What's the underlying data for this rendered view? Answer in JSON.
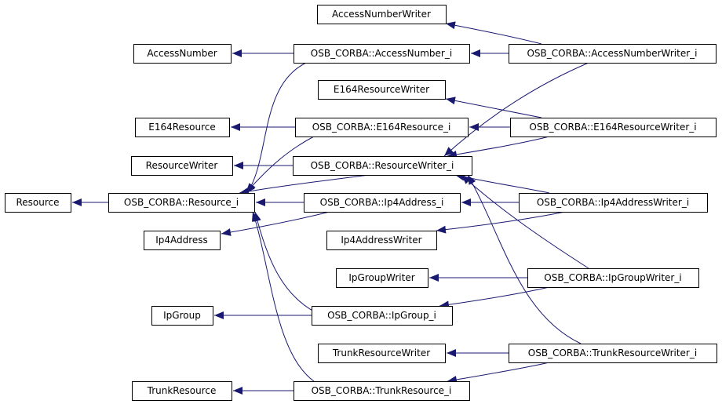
{
  "diagram": {
    "colors": {
      "edge": "#191970",
      "node_border": "#000000",
      "node_fill": "#ffffff",
      "text": "#000000"
    },
    "nodes": [
      {
        "id": "accessnumberwriter",
        "label": "AccessNumberWriter"
      },
      {
        "id": "accessnumber",
        "label": "AccessNumber"
      },
      {
        "id": "osb-accessnumber-i",
        "label": "OSB_CORBA::AccessNumber_i"
      },
      {
        "id": "osb-accessnumberwriter-i",
        "label": "OSB_CORBA::AccessNumberWriter_i"
      },
      {
        "id": "e164resourcewriter",
        "label": "E164ResourceWriter"
      },
      {
        "id": "e164resource",
        "label": "E164Resource"
      },
      {
        "id": "osb-e164resource-i",
        "label": "OSB_CORBA::E164Resource_i"
      },
      {
        "id": "osb-e164resourcewriter-i",
        "label": "OSB_CORBA::E164ResourceWriter_i"
      },
      {
        "id": "resourcewriter",
        "label": "ResourceWriter"
      },
      {
        "id": "osb-resourcewriter-i",
        "label": "OSB_CORBA::ResourceWriter_i"
      },
      {
        "id": "resource",
        "label": "Resource"
      },
      {
        "id": "osb-resource-i",
        "label": "OSB_CORBA::Resource_i"
      },
      {
        "id": "osb-ip4address-i",
        "label": "OSB_CORBA::Ip4Address_i"
      },
      {
        "id": "osb-ip4addresswriter-i",
        "label": "OSB_CORBA::Ip4AddressWriter_i"
      },
      {
        "id": "ip4address",
        "label": "Ip4Address"
      },
      {
        "id": "ip4addresswriter",
        "label": "Ip4AddressWriter"
      },
      {
        "id": "ipgroupwriter",
        "label": "IpGroupWriter"
      },
      {
        "id": "osb-ipgroupwriter-i",
        "label": "OSB_CORBA::IpGroupWriter_i"
      },
      {
        "id": "ipgroup",
        "label": "IpGroup"
      },
      {
        "id": "osb-ipgroup-i",
        "label": "OSB_CORBA::IpGroup_i"
      },
      {
        "id": "trunkresourcewriter",
        "label": "TrunkResourceWriter"
      },
      {
        "id": "osb-trunkresourcewriter-i",
        "label": "OSB_CORBA::TrunkResourceWriter_i"
      },
      {
        "id": "trunkresource",
        "label": "TrunkResource"
      },
      {
        "id": "osb-trunkresource-i",
        "label": "OSB_CORBA::TrunkResource_i"
      }
    ],
    "edges": [
      {
        "from": "osb-accessnumberwriter-i",
        "to": "accessnumberwriter"
      },
      {
        "from": "osb-accessnumber-i",
        "to": "accessnumber"
      },
      {
        "from": "osb-accessnumberwriter-i",
        "to": "osb-accessnumber-i"
      },
      {
        "from": "osb-accessnumberwriter-i",
        "to": "osb-resourcewriter-i"
      },
      {
        "from": "osb-e164resourcewriter-i",
        "to": "e164resourcewriter"
      },
      {
        "from": "osb-e164resource-i",
        "to": "e164resource"
      },
      {
        "from": "osb-e164resourcewriter-i",
        "to": "osb-e164resource-i"
      },
      {
        "from": "osb-e164resourcewriter-i",
        "to": "osb-resourcewriter-i"
      },
      {
        "from": "osb-resourcewriter-i",
        "to": "resourcewriter"
      },
      {
        "from": "osb-resourcewriter-i",
        "to": "osb-resource-i"
      },
      {
        "from": "osb-resource-i",
        "to": "resource"
      },
      {
        "from": "osb-accessnumber-i",
        "to": "osb-resource-i"
      },
      {
        "from": "osb-e164resource-i",
        "to": "osb-resource-i"
      },
      {
        "from": "osb-ip4address-i",
        "to": "osb-resource-i"
      },
      {
        "from": "osb-ipgroup-i",
        "to": "osb-resource-i"
      },
      {
        "from": "osb-trunkresource-i",
        "to": "osb-resource-i"
      },
      {
        "from": "osb-ip4address-i",
        "to": "ip4address"
      },
      {
        "from": "osb-ip4addresswriter-i",
        "to": "osb-ip4address-i"
      },
      {
        "from": "osb-ip4addresswriter-i",
        "to": "ip4addresswriter"
      },
      {
        "from": "osb-ip4addresswriter-i",
        "to": "osb-resourcewriter-i"
      },
      {
        "from": "osb-ipgroupwriter-i",
        "to": "ipgroupwriter"
      },
      {
        "from": "osb-ipgroupwriter-i",
        "to": "osb-ipgroup-i"
      },
      {
        "from": "osb-ipgroupwriter-i",
        "to": "osb-resourcewriter-i"
      },
      {
        "from": "osb-ipgroup-i",
        "to": "ipgroup"
      },
      {
        "from": "osb-trunkresourcewriter-i",
        "to": "trunkresourcewriter"
      },
      {
        "from": "osb-trunkresourcewriter-i",
        "to": "osb-trunkresource-i"
      },
      {
        "from": "osb-trunkresourcewriter-i",
        "to": "osb-resourcewriter-i"
      },
      {
        "from": "osb-trunkresource-i",
        "to": "trunkresource"
      }
    ]
  }
}
